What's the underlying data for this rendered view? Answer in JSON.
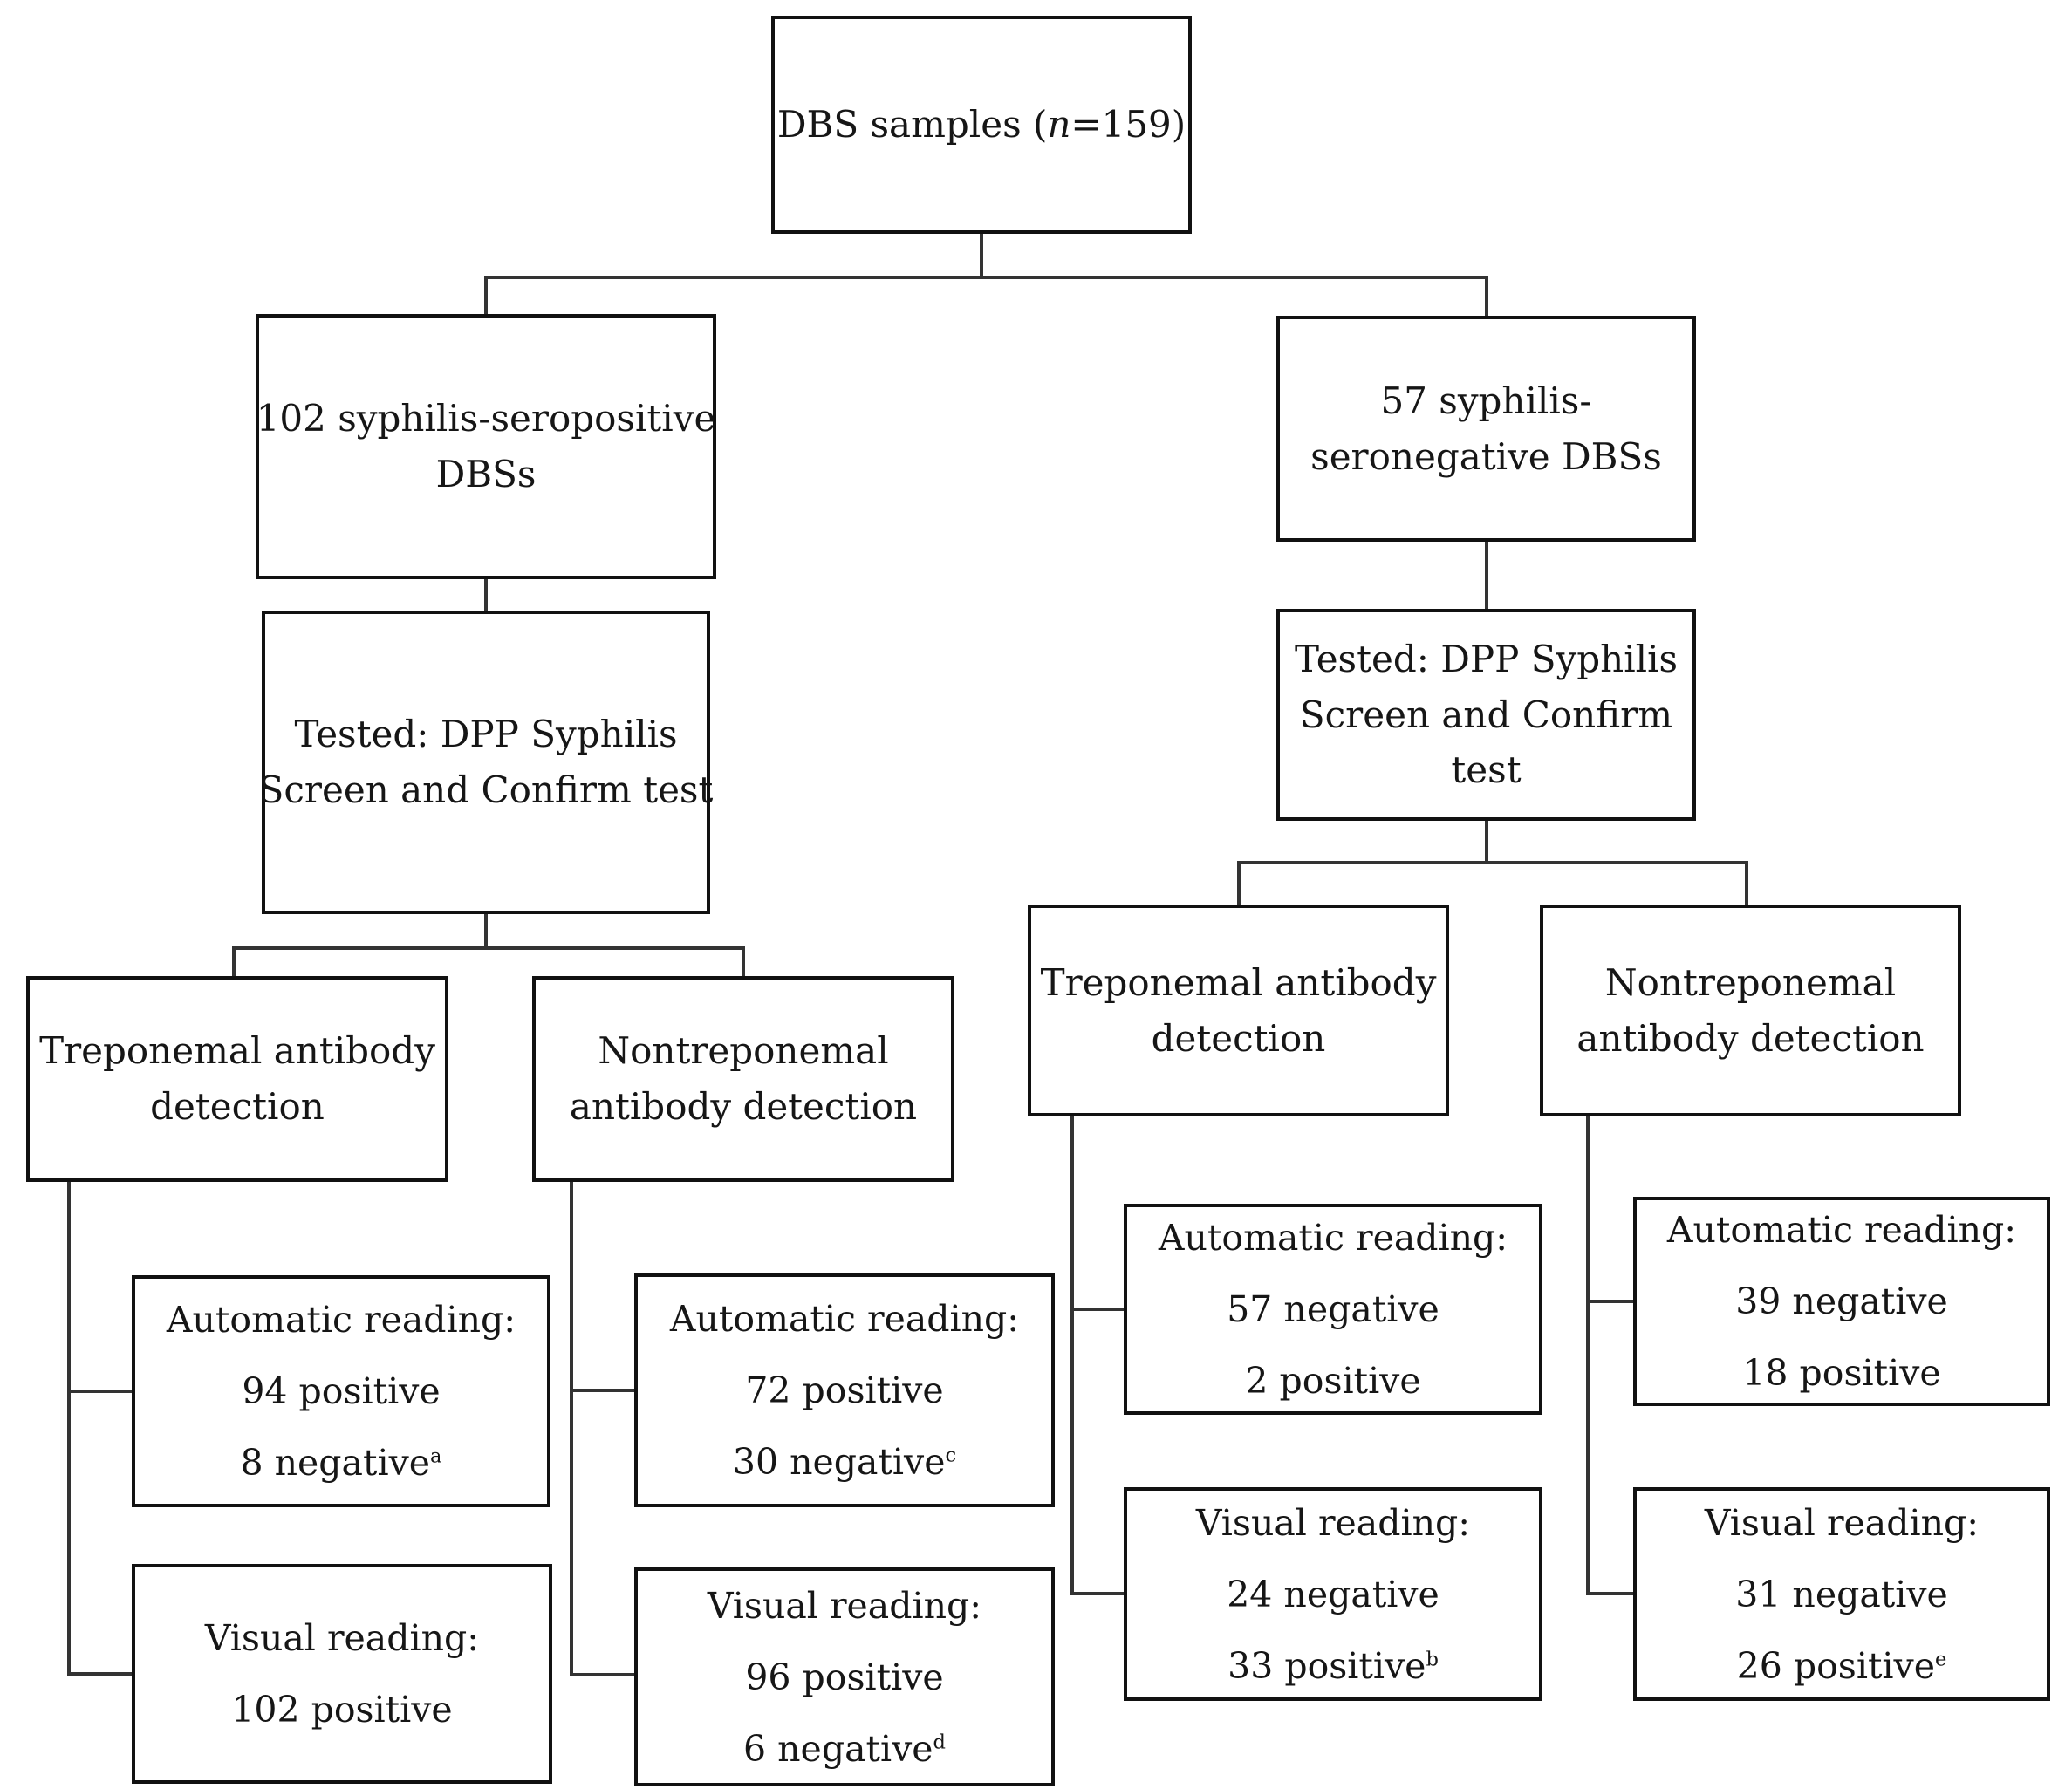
{
  "figure": {
    "type": "flowchart",
    "description": "Flow diagram of DBS samples tested with DPP Syphilis Screen and Confirm test, split by serostatus, antibody detection type, and reading mode"
  },
  "style": {
    "border_color": "#111111",
    "line_color": "#333333",
    "text_color": "#161616",
    "bg_color": "#ffffff"
  },
  "boxes": {
    "root": {
      "prefix": "DBS samples (",
      "n_italic": "n",
      "suffix": "=159)"
    },
    "seropositive": {
      "line1": "102 syphilis-seropositive",
      "line2": "DBSs"
    },
    "seronegative": {
      "line1": "57 syphilis-",
      "line2": "seronegative DBSs"
    },
    "tested_left": {
      "line1": "Tested: DPP Syphilis",
      "line2": "Screen and Confirm test"
    },
    "tested_right": {
      "line1": "Tested: DPP Syphilis",
      "line2": "Screen and Confirm",
      "line3": "test"
    },
    "trep_left": {
      "line1": "Treponemal antibody",
      "line2": "detection"
    },
    "nontrep_left": {
      "line1": "Nontreponemal",
      "line2": "antibody detection"
    },
    "trep_right": {
      "line1": "Treponemal antibody",
      "line2": "detection"
    },
    "nontrep_right": {
      "line1": "Nontreponemal",
      "line2": "antibody detection"
    },
    "auto_trep_left": {
      "line1": "Automatic reading:",
      "line2": "94 positive",
      "line3": "8 negative",
      "line3_sup": "a"
    },
    "visual_trep_left": {
      "line1": "Visual reading:",
      "line2": "102 positive"
    },
    "auto_nontrep_left": {
      "line1": "Automatic reading:",
      "line2": "72 positive",
      "line3": "30 negative",
      "line3_sup": "c"
    },
    "visual_nontrep_left": {
      "line1": "Visual reading:",
      "line2": "96 positive",
      "line3": "6 negative",
      "line3_sup": "d"
    },
    "auto_trep_right": {
      "line1": "Automatic reading:",
      "line2": "57 negative",
      "line3": "2 positive"
    },
    "visual_trep_right": {
      "line1": "Visual reading:",
      "line2": "24 negative",
      "line3": "33 positive",
      "line3_sup": "b"
    },
    "auto_nontrep_right": {
      "line1": "Automatic reading:",
      "line2": "39 negative",
      "line3": "18 positive"
    },
    "visual_nontrep_right": {
      "line1": "Visual reading:",
      "line2": "31 negative",
      "line3": "26 positive",
      "line3_sup": "e"
    }
  }
}
